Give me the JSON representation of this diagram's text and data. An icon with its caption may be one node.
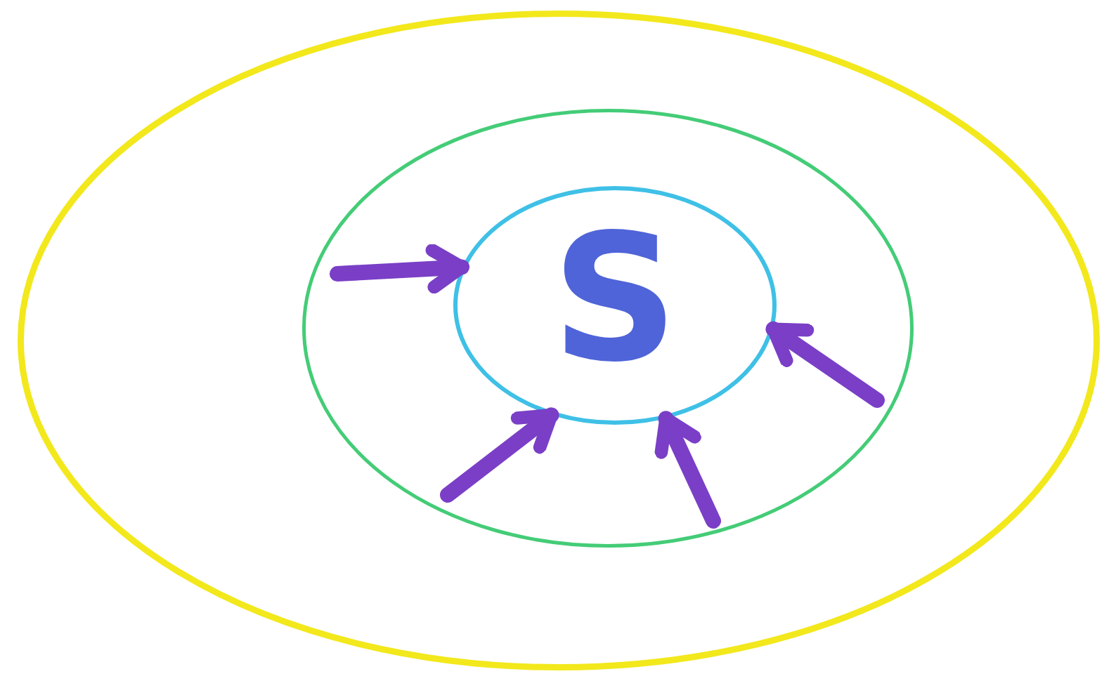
{
  "diagram": {
    "nodes": [
      {
        "text": [],
        "shape": "ellipse"
      },
      {
        "text": [],
        "shape": "ellipse",
        "in": 0
      },
      {
        "text": [
          "S"
        ],
        "in": 1
      }
    ],
    "edges": [
      {
        "from": null,
        "to": 2,
        "arrow": "to"
      },
      {
        "from": null,
        "to": 2,
        "arrow": "to"
      },
      {
        "from": null,
        "to": 2,
        "arrow": "to"
      },
      {
        "from": null,
        "to": 2,
        "arrow": "to"
      }
    ]
  }
}
